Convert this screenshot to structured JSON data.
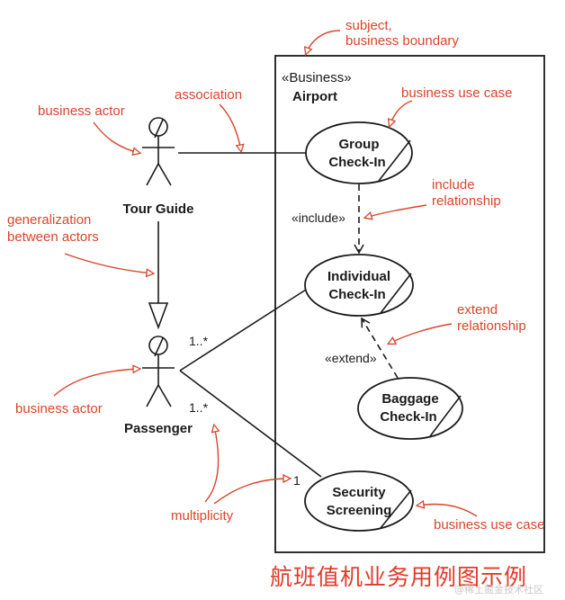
{
  "boundary": {
    "stereotype": "«Business»",
    "name": "Airport"
  },
  "actors": {
    "tour_guide": "Tour Guide",
    "passenger": "Passenger"
  },
  "use_cases": {
    "group_checkin": [
      "Group",
      "Check-In"
    ],
    "individual_checkin": [
      "Individual",
      "Check-In"
    ],
    "baggage_checkin": [
      "Baggage",
      "Check-In"
    ],
    "security_screening": [
      "Security",
      "Screening"
    ]
  },
  "relationships": {
    "include": "«include»",
    "extend": "«extend»",
    "mult_upper": "1..*",
    "mult_lower": "1..*",
    "mult_security": "1"
  },
  "annotations": {
    "subject": [
      "subject,",
      "business boundary"
    ],
    "association": "association",
    "business_use_case_top": "business use case",
    "business_actor_top": "business actor",
    "include_relationship": [
      "include",
      "relationship"
    ],
    "generalization": [
      "generalization",
      "between actors"
    ],
    "extend_relationship": [
      "extend",
      "relationship"
    ],
    "business_actor_bottom": "business actor",
    "multiplicity": "multiplicity",
    "business_use_case_bottom": "business use case"
  },
  "caption": "航班值机业务用例图示例",
  "watermark": "@稀土掘金技术社区",
  "colors": {
    "annotation": "#d9452a",
    "caption": "#e03a2a",
    "ink": "#1a1a1a"
  }
}
